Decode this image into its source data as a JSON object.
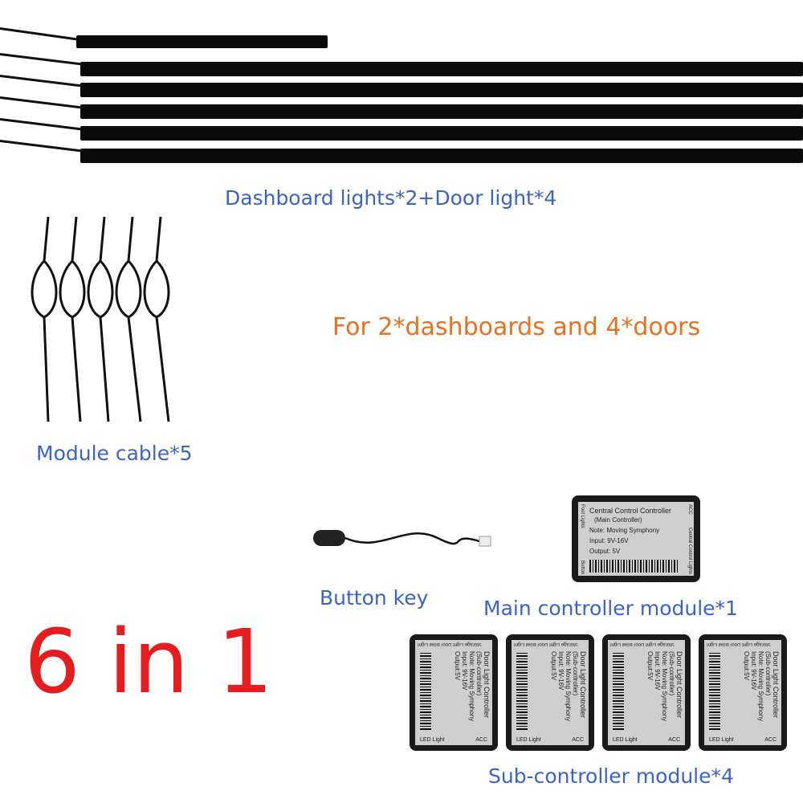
{
  "labels": {
    "strips": "Dashboard lights*2+Door light*4",
    "tagline": "For  2*dashboards and 4*doors",
    "cables": "Module cable*5",
    "button": "Button key",
    "main": "Main controller module*1",
    "sub": "Sub-controller module*4",
    "headline": "6 in 1"
  },
  "main_module": {
    "title": "Central Control Controller",
    "subtitle": "(Main Controller)",
    "note": "Note:   Moving Symphony",
    "input": "Input:   9V-16V",
    "output": "Output:  5V",
    "left_top": "Foot Lights",
    "left_bottom": "Button",
    "right_top": "ACC",
    "right_bottom": "Central Control Lights"
  },
  "sub_module": {
    "title": "Door Light Controller",
    "subtitle": "(Sub-controller)",
    "note": "Note:  Moving Symphony",
    "input": "Input:  9V-16V",
    "output": "Output:5V",
    "top": "Storage Light   Door Bowl Light",
    "bottom_left": "LED  Light",
    "bottom_right": "ACC"
  },
  "colors": {
    "label": "#3a63c9",
    "tagline": "#e8701f",
    "headline": "#e41e1e"
  }
}
